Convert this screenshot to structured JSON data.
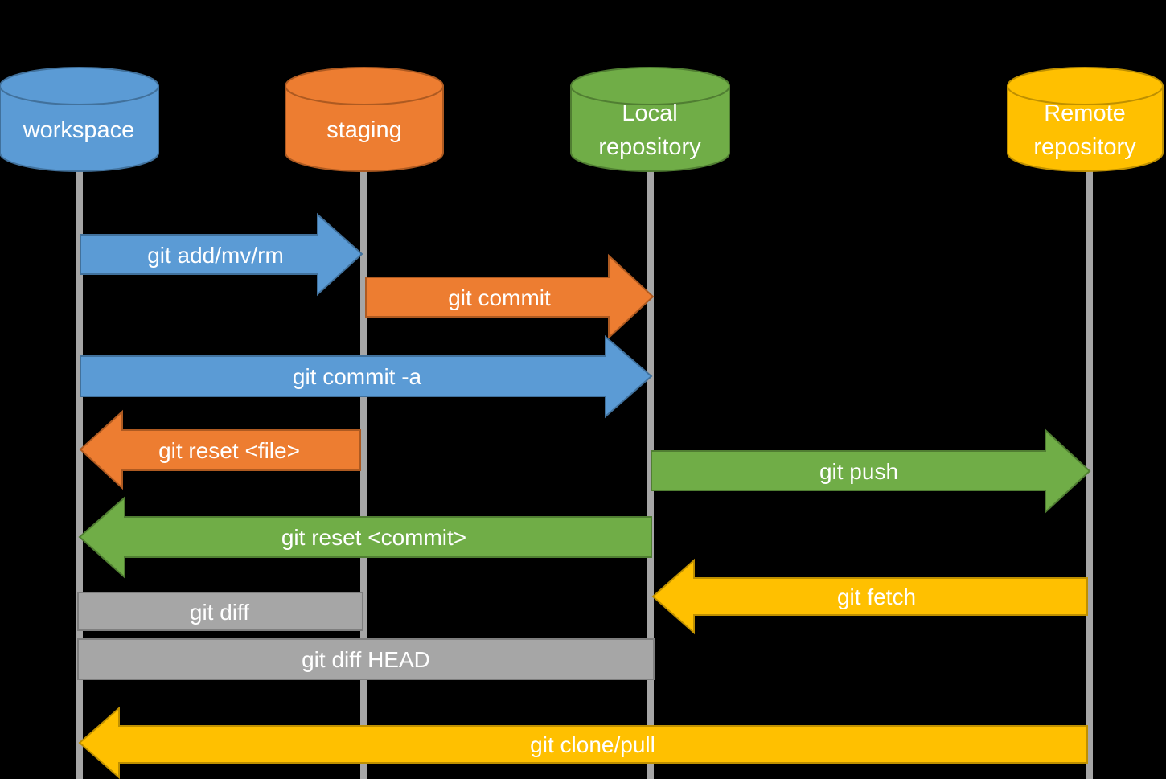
{
  "background": "#000000",
  "palette": {
    "blue": "#5B9BD5",
    "blue_border": "#41719C",
    "orange": "#ED7D31",
    "orange_border": "#AE5A21",
    "green": "#70AD47",
    "green_border": "#507E32",
    "yellow": "#FFC000",
    "yellow_border": "#BF9000",
    "gray": "#A6A6A6",
    "gray_border": "#7F7F7F",
    "lifeline": "#A6A6A6",
    "text": "#FFFFFF"
  },
  "nodes": [
    {
      "id": "workspace",
      "label": "workspace",
      "line1": "workspace",
      "line2": ""
    },
    {
      "id": "staging",
      "label": "staging",
      "line1": "staging",
      "line2": ""
    },
    {
      "id": "local-repository",
      "label": "Local repository",
      "line1": "Local",
      "line2": "repository"
    },
    {
      "id": "remote-repository",
      "label": "Remote repository",
      "line1": "Remote",
      "line2": "repository"
    }
  ],
  "commands": [
    {
      "label": "git add/mv/rm",
      "from": "workspace",
      "to": "staging",
      "color": "blue",
      "direction": "right"
    },
    {
      "label": "git commit",
      "from": "staging",
      "to": "local-repository",
      "color": "orange",
      "direction": "right"
    },
    {
      "label": "git commit -a",
      "from": "workspace",
      "to": "local-repository",
      "color": "blue",
      "direction": "right"
    },
    {
      "label": "git reset <file>",
      "from": "staging",
      "to": "workspace",
      "color": "orange",
      "direction": "left"
    },
    {
      "label": "git push",
      "from": "local-repository",
      "to": "remote-repository",
      "color": "green",
      "direction": "right"
    },
    {
      "label": "git reset <commit>",
      "from": "local-repository",
      "to": "workspace",
      "color": "green",
      "direction": "left"
    },
    {
      "label": "git fetch",
      "from": "remote-repository",
      "to": "local-repository",
      "color": "yellow",
      "direction": "left"
    },
    {
      "label": "git diff",
      "from": "workspace",
      "to": "staging",
      "color": "gray",
      "direction": "none"
    },
    {
      "label": "git diff HEAD",
      "from": "workspace",
      "to": "local-repository",
      "color": "gray",
      "direction": "none"
    },
    {
      "label": "git clone/pull",
      "from": "remote-repository",
      "to": "workspace",
      "color": "yellow",
      "direction": "left"
    }
  ]
}
